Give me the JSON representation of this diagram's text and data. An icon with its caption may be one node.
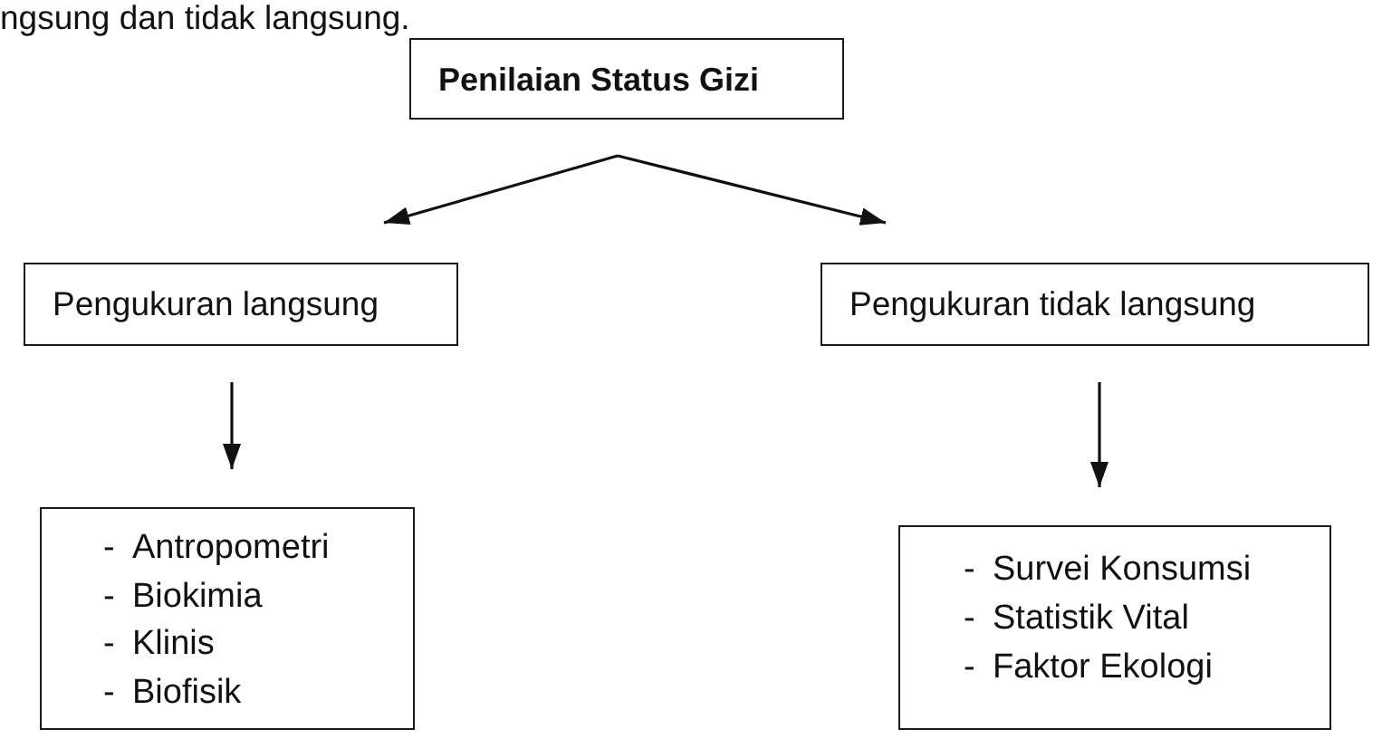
{
  "diagram": {
    "nodes": [
      {
        "text": [
          "Penilaian Status Gizi"
        ]
      },
      {
        "text": [
          "Pengukuran langsung"
        ]
      },
      {
        "text": [
          "Pengukuran tidak langsung"
        ]
      },
      {
        "text": [
          "- Antropometri",
          "- Biokimia",
          "- Klinis",
          "- Biofisik"
        ]
      },
      {
        "text": [
          "- Survei Konsumsi",
          "- Statistik Vital",
          "- Faktor Ekologi"
        ]
      }
    ],
    "edges": [
      {
        "from": 0,
        "to": 1,
        "arrow": "to"
      },
      {
        "from": 0,
        "to": 2,
        "arrow": "to"
      },
      {
        "from": 1,
        "to": 3,
        "arrow": "to"
      },
      {
        "from": 2,
        "to": 4,
        "arrow": "to"
      }
    ],
    "labels": [
      "ngsung dan tidak langsung."
    ]
  }
}
